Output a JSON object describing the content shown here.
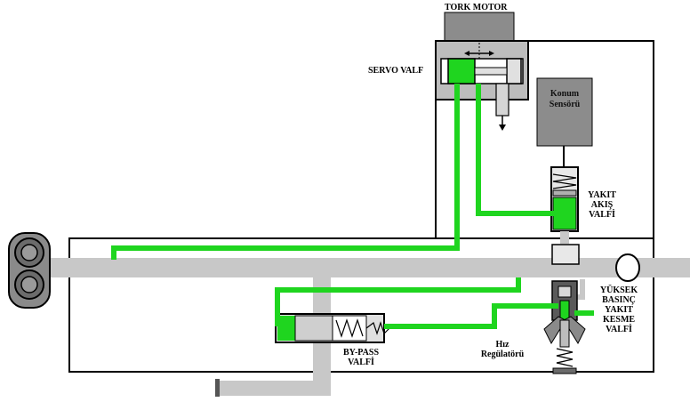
{
  "labels": {
    "tork_motor": "TORK MOTOR",
    "servo_valf": "SERVO VALF",
    "konum_sensoru_1": "Konum",
    "konum_sensoru_2": "Sensörü",
    "yakit_akis_1": "YAKIT",
    "yakit_akis_2": "AKIŞ",
    "yakit_akis_3": "VALFİ",
    "yuksek_1": "YÜKSEK",
    "yuksek_2": "BASINÇ",
    "yuksek_3": "YAKIT",
    "yuksek_4": "KESME",
    "yuksek_5": "VALFİ",
    "bypass_1": "BY-PASS",
    "bypass_2": "VALFİ",
    "hiz_1": "Hız",
    "hiz_2": "Regülatörü"
  },
  "colors": {
    "fuel_line": "#1fd51f",
    "housing": "#c8c8c8",
    "pipe": "#c8c8c8",
    "outline": "#000000",
    "sensor_box": "#8c8c8c",
    "motor_box": "#8c8c8c",
    "pump": "#8a8a8a"
  },
  "icons": [
    "gear-pump-icon",
    "spring-icon",
    "arrow-down-icon",
    "double-arrow-icon"
  ]
}
